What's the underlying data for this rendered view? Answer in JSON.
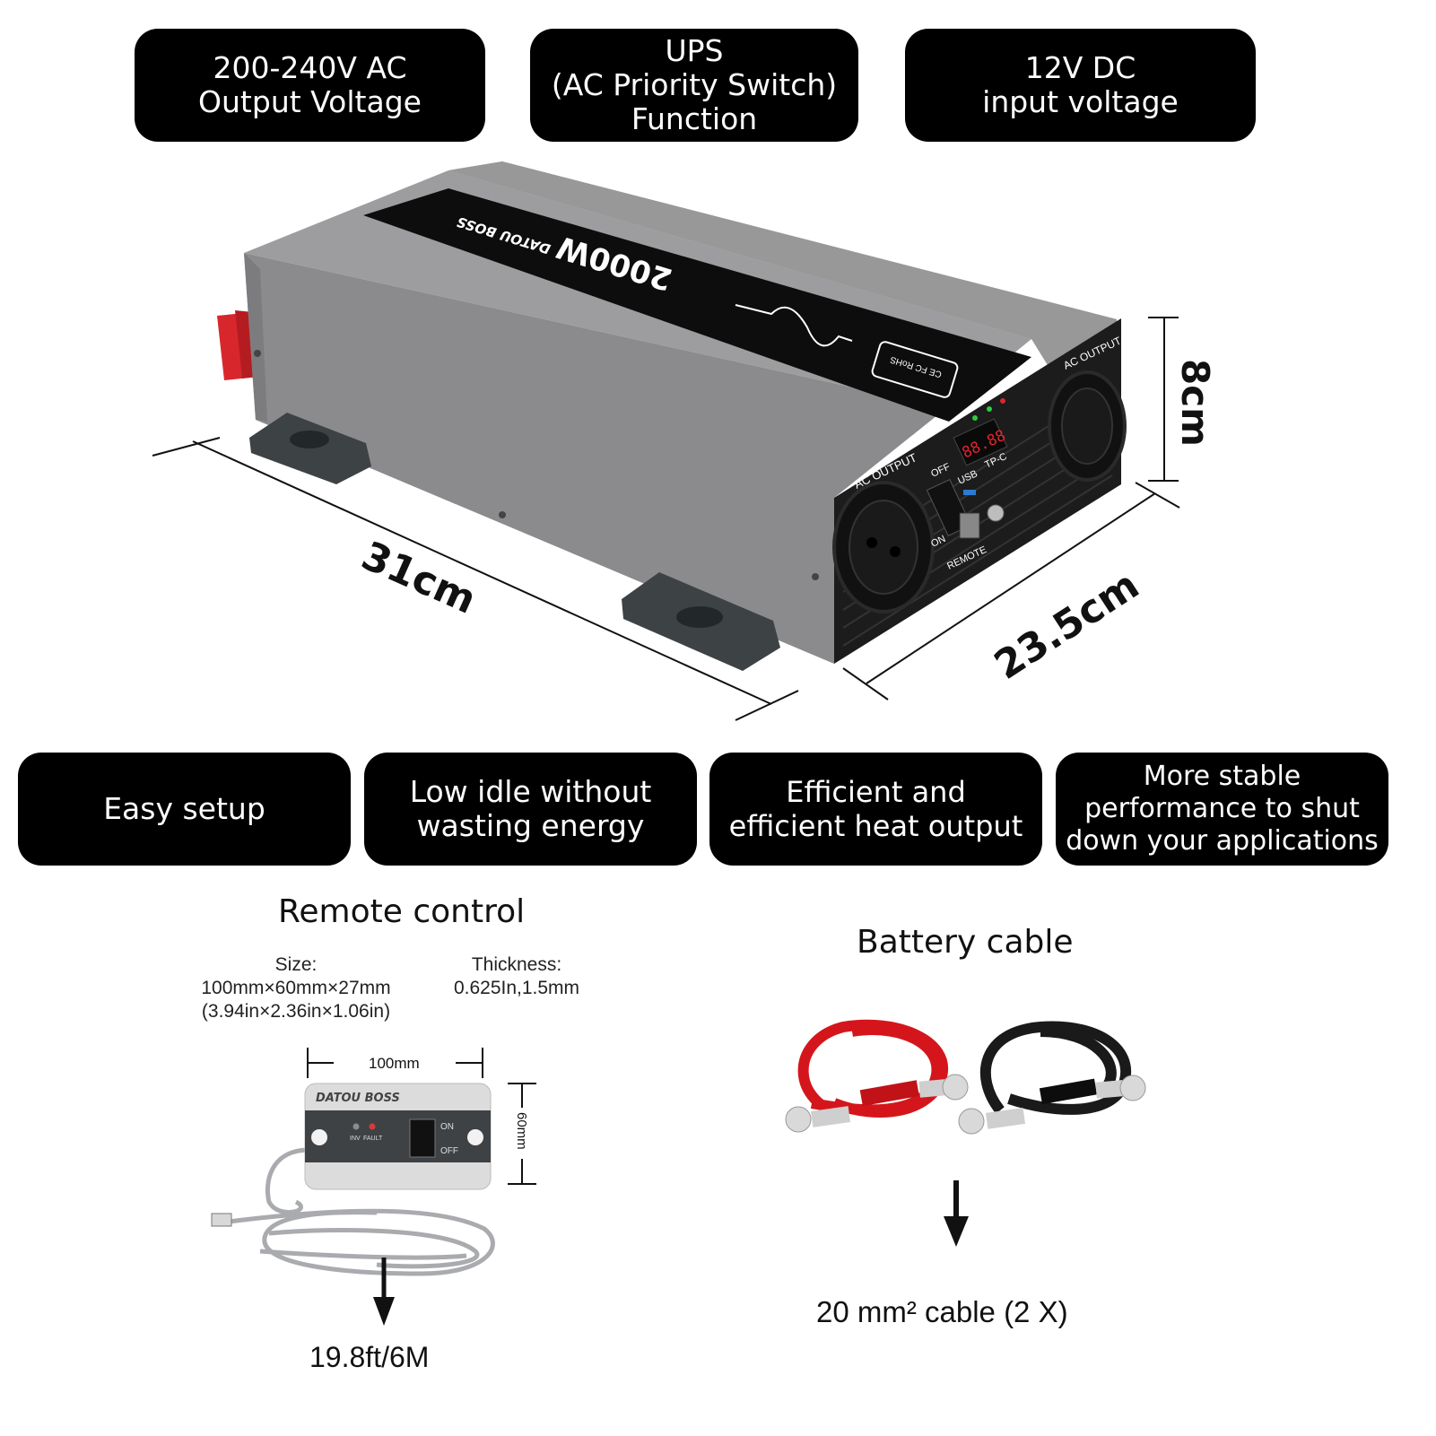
{
  "top_features": [
    {
      "lines": [
        "200-240V AC",
        "Output Voltage"
      ]
    },
    {
      "lines": [
        "UPS",
        "(AC Priority Switch)",
        "Function"
      ]
    },
    {
      "lines": [
        "12V DC",
        "input voltage"
      ]
    }
  ],
  "bottom_features": [
    {
      "lines": [
        "Easy setup"
      ]
    },
    {
      "lines": [
        "Low idle without",
        "wasting energy"
      ]
    },
    {
      "lines": [
        "Efficient and",
        "efficient heat output"
      ]
    },
    {
      "lines": [
        "More stable",
        "performance to shut",
        "down your applications"
      ]
    }
  ],
  "product": {
    "brand": "DATOU BOSS",
    "power": "2000W",
    "cert": "CE FC RoHS",
    "ac_output_label": "AC OUTPUT",
    "off_label": "OFF",
    "on_label": "ON",
    "usb_label": "USB",
    "typec_label": "TP-C",
    "remote_label": "REMOTE",
    "display": "88.88",
    "dimensions": {
      "length": "31cm",
      "width": "23.5cm",
      "height": "8cm"
    }
  },
  "remote": {
    "heading": "Remote control",
    "size_title": "Size:",
    "size_mm": "100mm×60mm×27mm",
    "size_in": "(3.94in×2.36in×1.06in)",
    "thickness_title": "Thickness:",
    "thickness_value": "0.625In,1.5mm",
    "width_dim": "100mm",
    "height_dim": "60mm",
    "brand": "DATOU BOSS",
    "inv_label": "INV",
    "fault_label": "FAULT",
    "on_label": "ON",
    "off_label": "OFF",
    "cable_length": "19.8ft/6M"
  },
  "battery": {
    "heading": "Battery cable",
    "caption": "20 mm²  cable  (2 X)"
  },
  "colors": {
    "pill_bg": "#000000",
    "case_grey": "#8a8a8c",
    "red_cable": "#d4161c",
    "black_cable": "#1a1a1a"
  }
}
